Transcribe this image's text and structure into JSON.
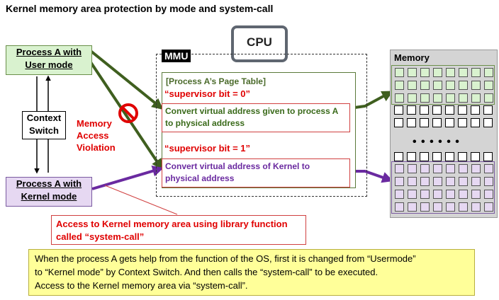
{
  "title": "Kernel memory area protection by mode and system-call",
  "process_user": {
    "line1": "Process A with",
    "line2": "User mode"
  },
  "process_kernel": {
    "line1": "Process A with",
    "line2": "Kernel mode"
  },
  "context_switch": {
    "line1": "Context",
    "line2": "Switch"
  },
  "cpu": {
    "label": "CPU"
  },
  "mmu": {
    "label": "MMU"
  },
  "page_table": {
    "title": "[Process A’s Page Table]"
  },
  "supervisor0": "“supervisor bit = 0”",
  "supervisor1": "“supervisor bit = 1”",
  "convert_user": {
    "line1": "Convert virtual address given to process A",
    "line2": "to physical address"
  },
  "convert_kernel": {
    "line1": "Convert virtual address of Kernel to",
    "line2": "physical address"
  },
  "violation": {
    "line1": "Memory",
    "line2": "Access",
    "line3": "Violation"
  },
  "memory": {
    "label": "Memory",
    "dots": "• • • • • •"
  },
  "syscall_callout": {
    "line1": "Access to Kernel memory area using library function",
    "line2": "called “system-call”"
  },
  "note": {
    "line1": "When the process A gets help from the function of the OS, first it is changed from “Usermode”",
    "line2": "to “Kernel mode” by Context Switch. And then calls the “system-call” to be executed.",
    "line3": "Access to the Kernel memory  area via “system-call”."
  },
  "colors": {
    "user_arrow": "#3f5f1f",
    "kernel_arrow": "#6a2aa0",
    "error": "#e00000",
    "user_cells": "#d9f2cf",
    "kernel_cells": "#e6d8f2"
  }
}
